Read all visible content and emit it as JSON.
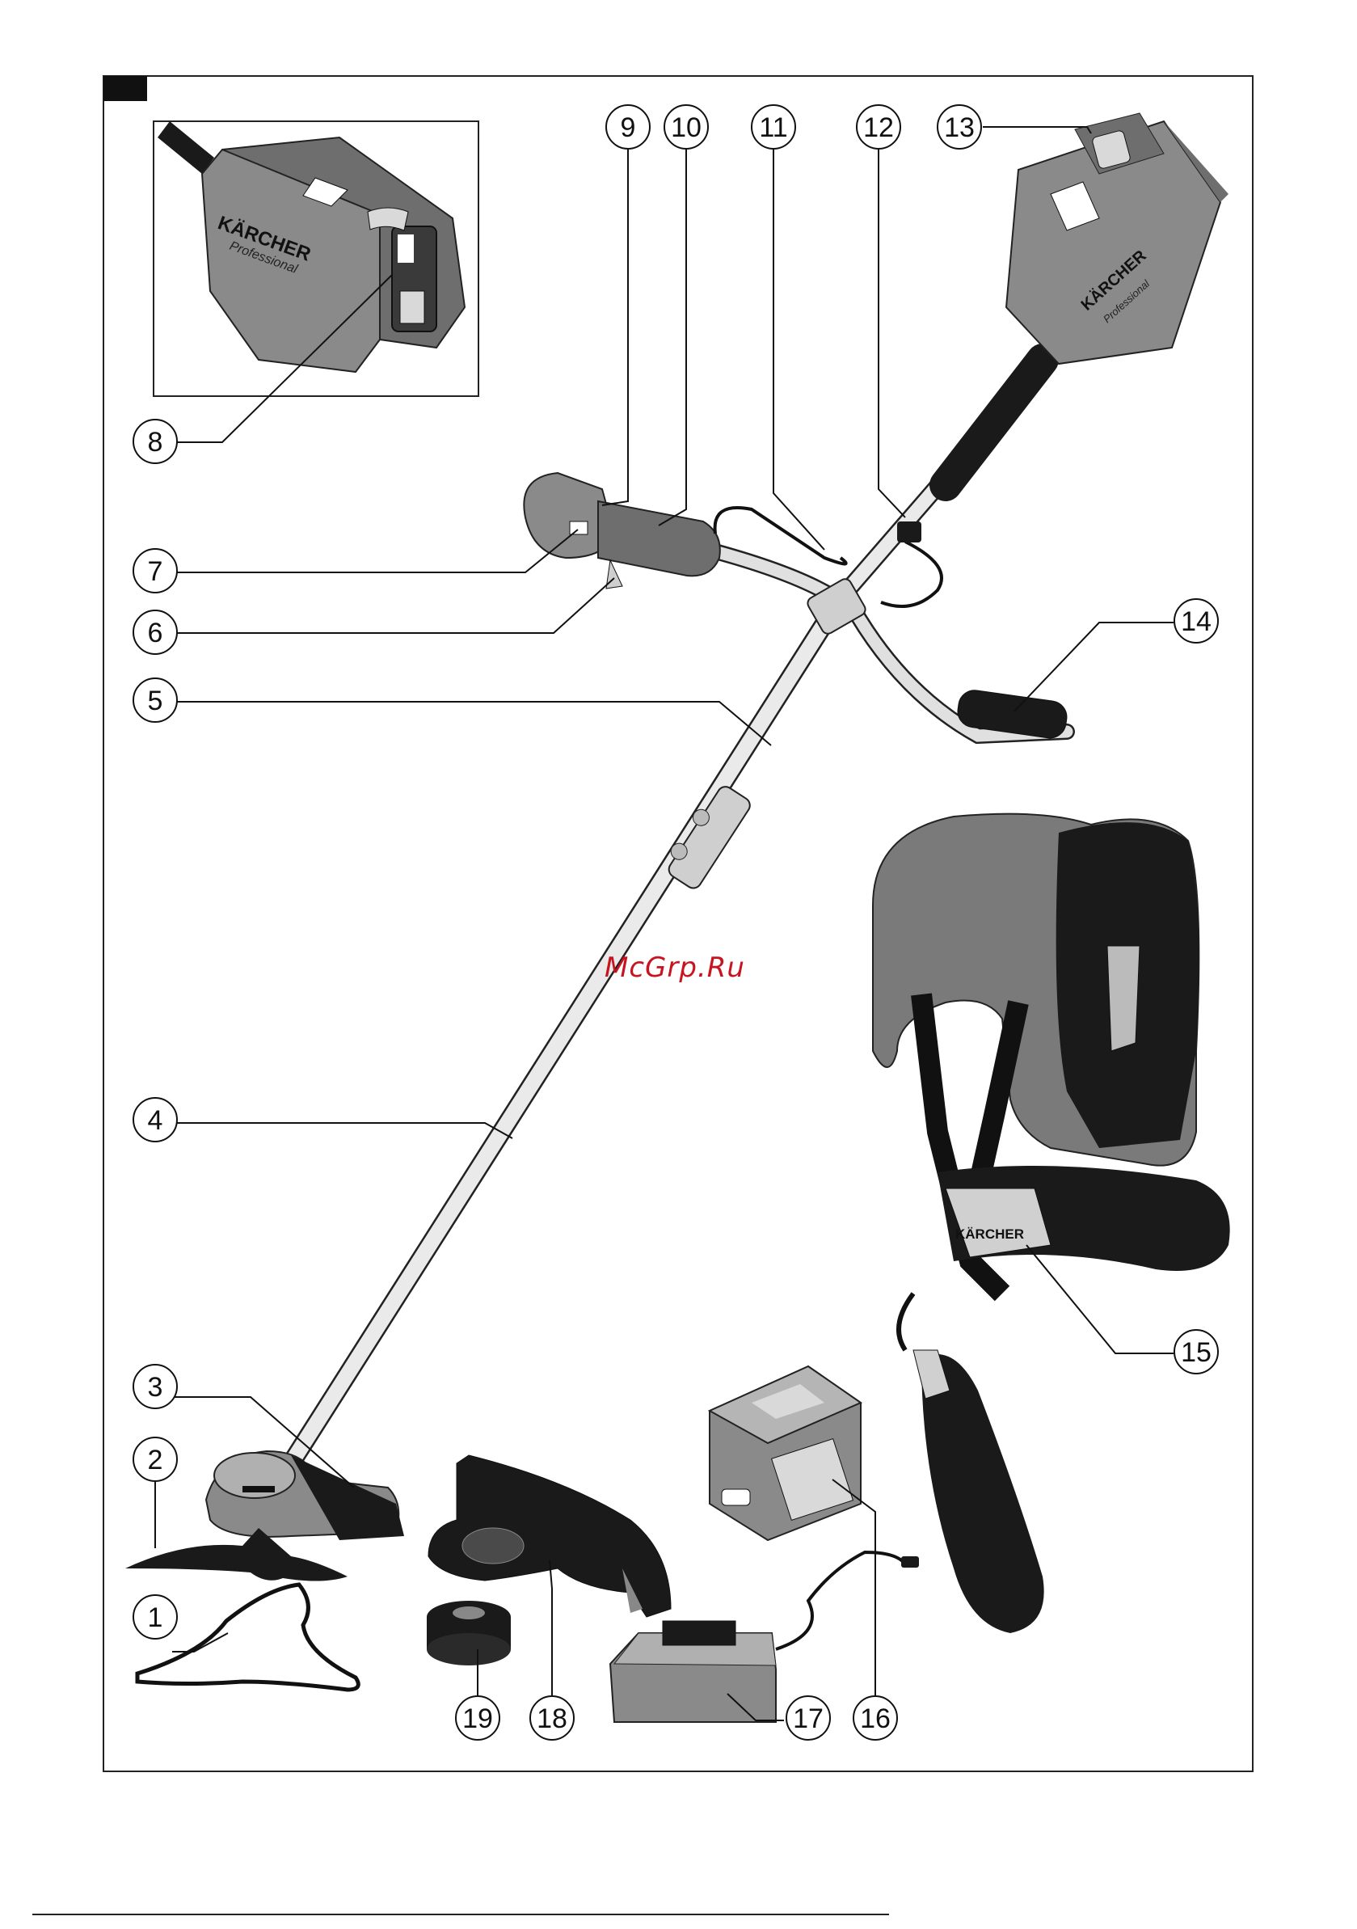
{
  "figure": {
    "watermark": "McGrp.Ru",
    "brand_logo": "KÄRCHER",
    "brand_tagline": "Professional"
  },
  "callouts": [
    {
      "id": "1"
    },
    {
      "id": "2"
    },
    {
      "id": "3"
    },
    {
      "id": "4"
    },
    {
      "id": "5"
    },
    {
      "id": "6"
    },
    {
      "id": "7"
    },
    {
      "id": "8"
    },
    {
      "id": "9"
    },
    {
      "id": "10"
    },
    {
      "id": "11"
    },
    {
      "id": "12"
    },
    {
      "id": "13"
    },
    {
      "id": "14"
    },
    {
      "id": "15"
    },
    {
      "id": "16"
    },
    {
      "id": "17"
    },
    {
      "id": "18"
    },
    {
      "id": "19"
    }
  ],
  "icons": {
    "trimmer": "brush-cutter-illustration",
    "battery": "battery-pack-illustration",
    "charger": "battery-charger-illustration",
    "harness": "shoulder-harness-illustration",
    "guard": "protective-guard-illustration",
    "blade": "grass-blade-illustration",
    "spool": "trimmer-head-illustration"
  },
  "colors": {
    "line": "#111111",
    "body_gray": "#8a8a8a",
    "dark": "#1a1a1a",
    "light_gray": "#d9d9d9",
    "watermark": "#c8141e"
  }
}
